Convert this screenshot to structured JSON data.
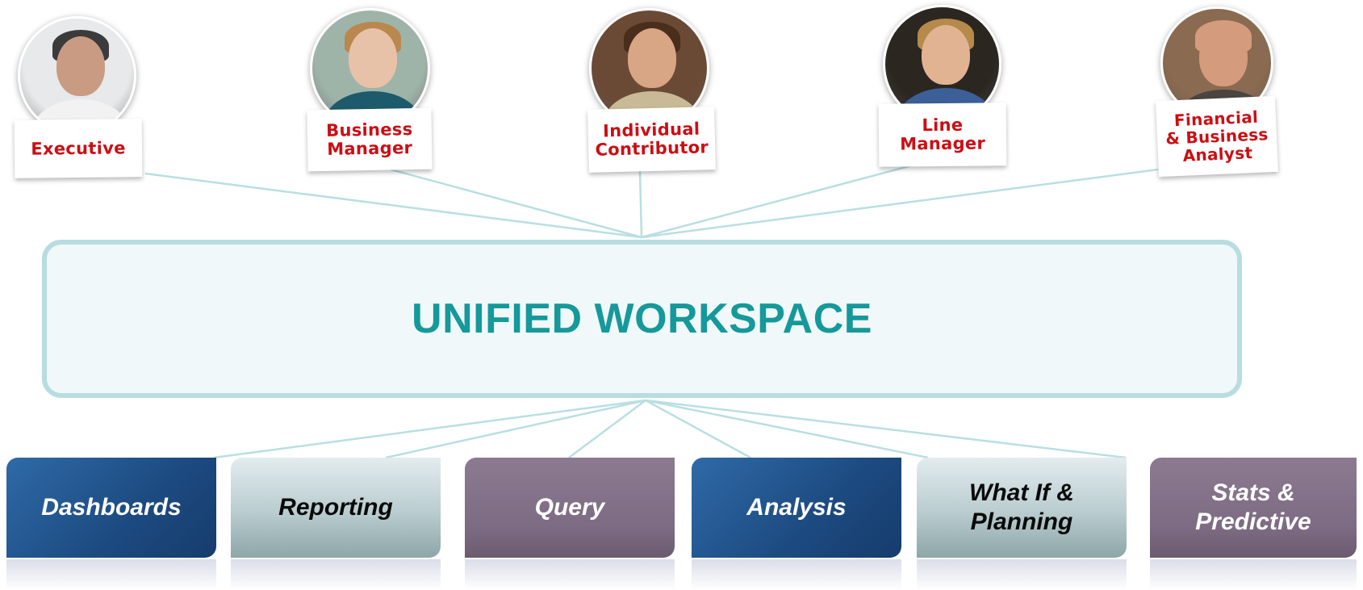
{
  "workspace": {
    "title": "UNIFIED WORKSPACE"
  },
  "personas": [
    {
      "label": "Executive",
      "skin": "#c99b82",
      "hair": "#3b3b3b",
      "body": "#f2f2f2",
      "bg": "#e7e9ea"
    },
    {
      "label": "Business\nManager",
      "skin": "#e8c2a8",
      "hair": "#b8884e",
      "body": "#1d5a6b",
      "bg": "#9fb4a8"
    },
    {
      "label": "Individual\nContributor",
      "skin": "#d8a585",
      "hair": "#4a2e1c",
      "body": "#c8ba96",
      "bg": "#6b4a35"
    },
    {
      "label": "Line\nManager",
      "skin": "#e2b393",
      "hair": "#b58a4a",
      "body": "#3c5f98",
      "bg": "#2b2620"
    },
    {
      "label": "Financial\n& Business\nAnalyst",
      "skin": "#d49b7c",
      "hair": "#d49b7c",
      "body": "#4a4540",
      "bg": "#8a6a50"
    }
  ],
  "capabilities": [
    {
      "label": "Dashboards",
      "style": "blue"
    },
    {
      "label": "Reporting",
      "style": "gray"
    },
    {
      "label": "Query",
      "style": "purple"
    },
    {
      "label": "Analysis",
      "style": "blue"
    },
    {
      "label": "What If &\nPlanning",
      "style": "gray"
    },
    {
      "label": "Stats &\nPredictive",
      "style": "purple"
    }
  ]
}
